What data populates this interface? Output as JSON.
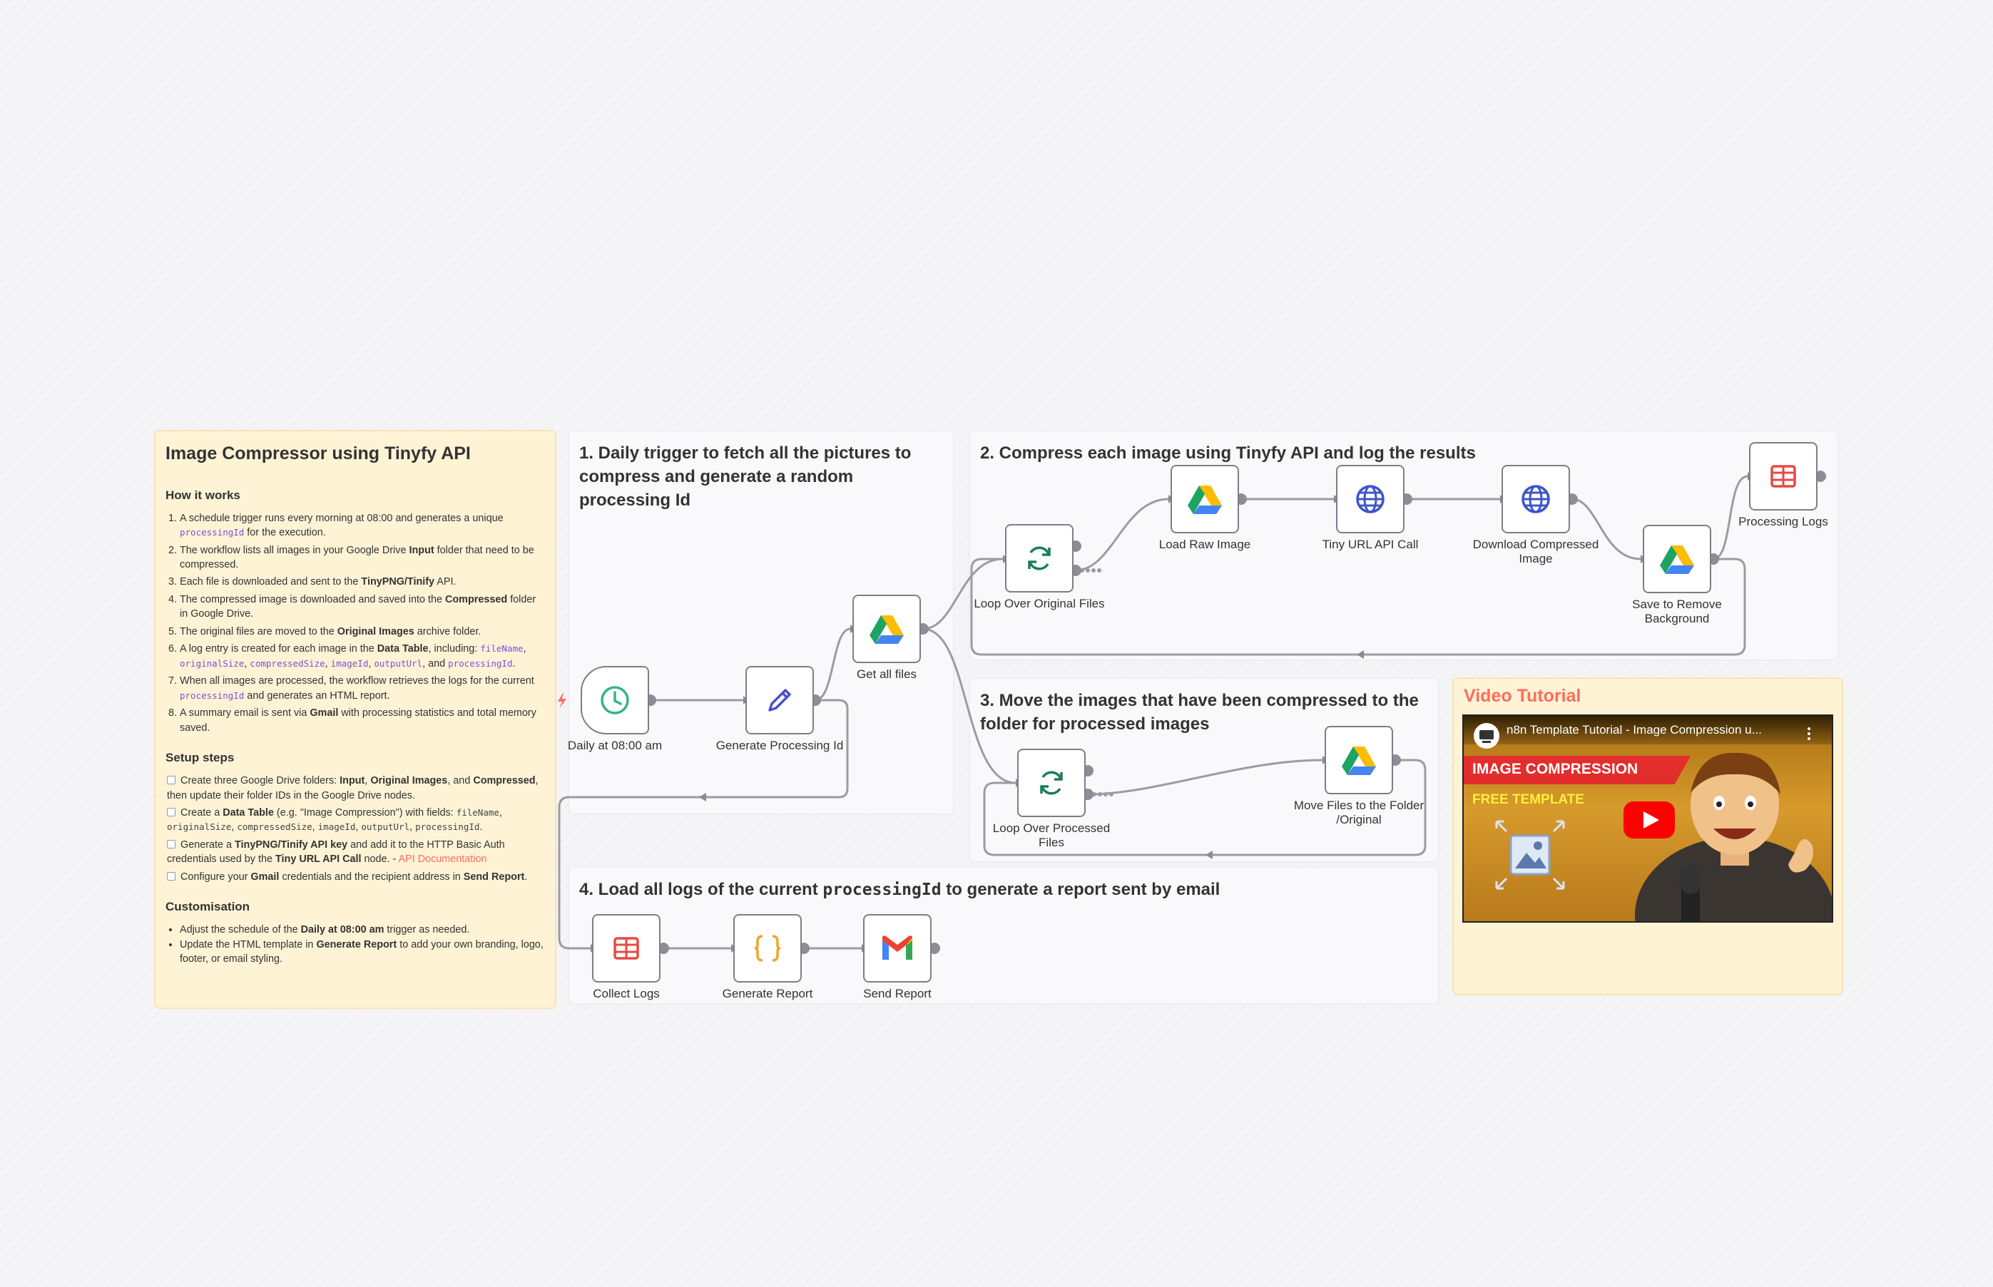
{
  "doc": {
    "title": "Image Compressor using Tinyfy API",
    "how_heading": "How it works",
    "how_items": [
      [
        "A schedule trigger runs every morning at 08:00 and generates a unique ",
        {
          "code": "processingId"
        },
        " for the execution."
      ],
      [
        "The workflow lists all images in your Google Drive ",
        {
          "b": "Input"
        },
        " folder that need to be compressed."
      ],
      [
        "Each file is downloaded and sent to the ",
        {
          "b": "TinyPNG/Tinify"
        },
        " API."
      ],
      [
        "The compressed image is downloaded and saved into the ",
        {
          "b": "Compressed"
        },
        " folder in Google Drive."
      ],
      [
        "The original files are moved to the ",
        {
          "b": "Original Images"
        },
        " archive folder."
      ],
      [
        "A log entry is created for each image in the ",
        {
          "b": "Data Table"
        },
        ", including: ",
        {
          "code": "fileName"
        },
        ", ",
        {
          "code": "originalSize"
        },
        ", ",
        {
          "code": "compressedSize"
        },
        ", ",
        {
          "code": "imageId"
        },
        ", ",
        {
          "code": "outputUrl"
        },
        ", and ",
        {
          "code": "processingId"
        },
        "."
      ],
      [
        "When all images are processed, the workflow retrieves the logs for the current ",
        {
          "code": "processingId"
        },
        " and generates an HTML report."
      ],
      [
        "A summary email is sent via ",
        {
          "b": "Gmail"
        },
        " with processing statistics and total memory saved."
      ]
    ],
    "setup_heading": "Setup steps",
    "setup_items": [
      [
        "Create three Google Drive folders: ",
        {
          "b": "Input"
        },
        ", ",
        {
          "b": "Original Images"
        },
        ", and ",
        {
          "b": "Compressed"
        },
        ", then update their folder IDs in the Google Drive nodes."
      ],
      [
        "Create a ",
        {
          "b": "Data Table"
        },
        " (e.g. \"Image Compression\") with fields: ",
        {
          "plain": "fileName"
        },
        ", ",
        {
          "plain": "originalSize"
        },
        ", ",
        {
          "plain": "compressedSize"
        },
        ", ",
        {
          "plain": "imageId"
        },
        ", ",
        {
          "plain": "outputUrl"
        },
        ", ",
        {
          "plain": "processingId"
        },
        "."
      ],
      [
        "Generate a ",
        {
          "b": "TinyPNG/Tinify API key"
        },
        " and add it to the HTTP Basic Auth credentials used by the ",
        {
          "b": "Tiny URL API Call"
        },
        " node. - ",
        {
          "link": "API Documentation"
        }
      ],
      [
        "Configure your ",
        {
          "b": "Gmail"
        },
        " credentials and the recipient address in ",
        {
          "b": "Send Report"
        },
        "."
      ]
    ],
    "custom_heading": "Customisation",
    "custom_items": [
      [
        "Adjust the schedule of the ",
        {
          "b": "Daily at 08:00 am"
        },
        " trigger as needed."
      ],
      [
        "Update the HTML template in ",
        {
          "b": "Generate Report"
        },
        " to add your own branding, logo, footer, or email styling."
      ]
    ]
  },
  "sections": {
    "s1": "1. Daily trigger to fetch all the pictures to compress and generate a random processing Id",
    "s2": "2. Compress each image using Tinyfy API and log the results",
    "s3": "3. Move the images that have been compressed to the folder for processed images",
    "s4_prefix": "4. Load all logs of the current ",
    "s4_code": "processingId",
    "s4_suffix": " to generate a report sent by email"
  },
  "nodes": {
    "daily": "Daily at 08:00 am",
    "gen_id": "Generate Processing Id",
    "get_files": "Get all files",
    "loop_orig": "Loop Over Original Files",
    "load_raw": "Load Raw Image",
    "tiny_call": "Tiny URL API Call",
    "download": "Download Compressed Image",
    "save_remove": "Save to Remove Background",
    "proc_logs": "Processing Logs",
    "loop_proc": "Loop Over Processed Files",
    "move_files": "Move Files to the Folder /Original",
    "collect_logs": "Collect Logs",
    "gen_report": "Generate Report",
    "send_report": "Send Report"
  },
  "video": {
    "heading": "Video Tutorial",
    "title": "n8n Template Tutorial - Image Compression u...",
    "banner": "IMAGE COMPRESSION",
    "subtitle": "FREE TEMPLATE"
  },
  "colors": {
    "accent": "#ff6d5a",
    "drive_green": "#1ea362",
    "drive_yellow": "#fbbc04",
    "drive_blue": "#4285f4",
    "http_blue": "#3d55c9",
    "loop_green": "#1b7c5b",
    "table_red": "#e34b44",
    "code_orange": "#f0a431"
  }
}
